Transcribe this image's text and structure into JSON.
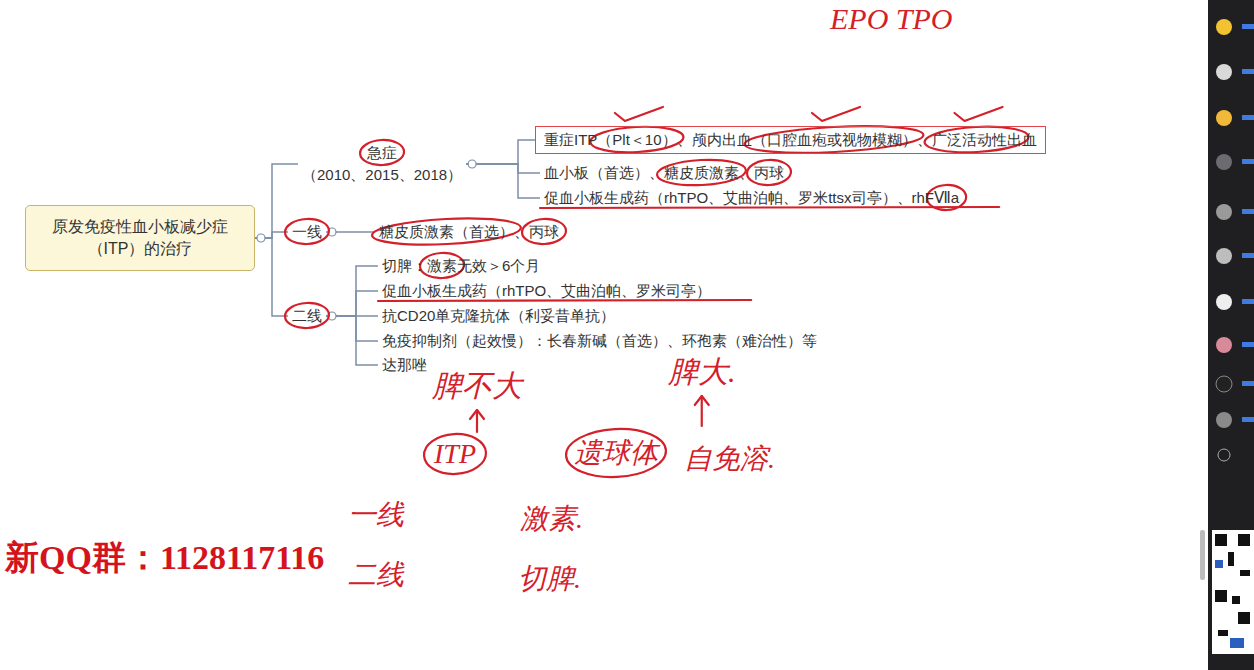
{
  "diagram": {
    "nodes": [
      {
        "text": [
          "原发免疫性血小板减少症（ITP）的治疗"
        ]
      },
      {
        "text": [
          "急症",
          "（2010、2015、2018）"
        ]
      },
      {
        "text": [
          "重症ITP（Plt＜10）、颅内出血（口腔血疱或视物模糊）、广泛活动性出血"
        ]
      },
      {
        "text": [
          "血小板（首选）、糖皮质激素、丙球"
        ]
      },
      {
        "text": [
          "促血小板生成药（rhTPO、艾曲泊帕、罗米ttsx司亭）、rhFⅦa"
        ]
      },
      {
        "text": [
          "一线"
        ]
      },
      {
        "text": [
          "糖皮质激素（首选）、丙球"
        ]
      },
      {
        "text": [
          "二线"
        ]
      },
      {
        "text": [
          "切脾：激素无效＞6个月"
        ]
      },
      {
        "text": [
          "促血小板生成药（rhTPO、艾曲泊帕、罗米司亭）"
        ]
      },
      {
        "text": [
          "抗CD20单克隆抗体（利妥昔单抗）"
        ]
      },
      {
        "text": [
          "免疫抑制剂（起效慢）：长春新碱（首选）、环孢素（难治性）等"
        ]
      },
      {
        "text": [
          "达那唑"
        ]
      }
    ],
    "edges": [
      {
        "from": 0,
        "to": 1,
        "arrow": "none"
      },
      {
        "from": 0,
        "to": 5,
        "arrow": "none"
      },
      {
        "from": 0,
        "to": 7,
        "arrow": "none"
      },
      {
        "from": 1,
        "to": 2,
        "arrow": "none"
      },
      {
        "from": 1,
        "to": 3,
        "arrow": "none"
      },
      {
        "from": 1,
        "to": 4,
        "arrow": "none"
      },
      {
        "from": 5,
        "to": 6,
        "arrow": "none"
      },
      {
        "from": 7,
        "to": 8,
        "arrow": "none"
      },
      {
        "from": 7,
        "to": 9,
        "arrow": "none"
      },
      {
        "from": 7,
        "to": 10,
        "arrow": "none"
      },
      {
        "from": 7,
        "to": 11,
        "arrow": "none"
      },
      {
        "from": 7,
        "to": 12,
        "arrow": "none"
      }
    ],
    "labels": [
      "EPO TPO",
      "脾不大",
      "脾大.",
      "ITP",
      "遗球体",
      "自免溶.",
      "一线",
      "激素.",
      "二线",
      "切脾.",
      "新QQ群：1128117116"
    ]
  }
}
